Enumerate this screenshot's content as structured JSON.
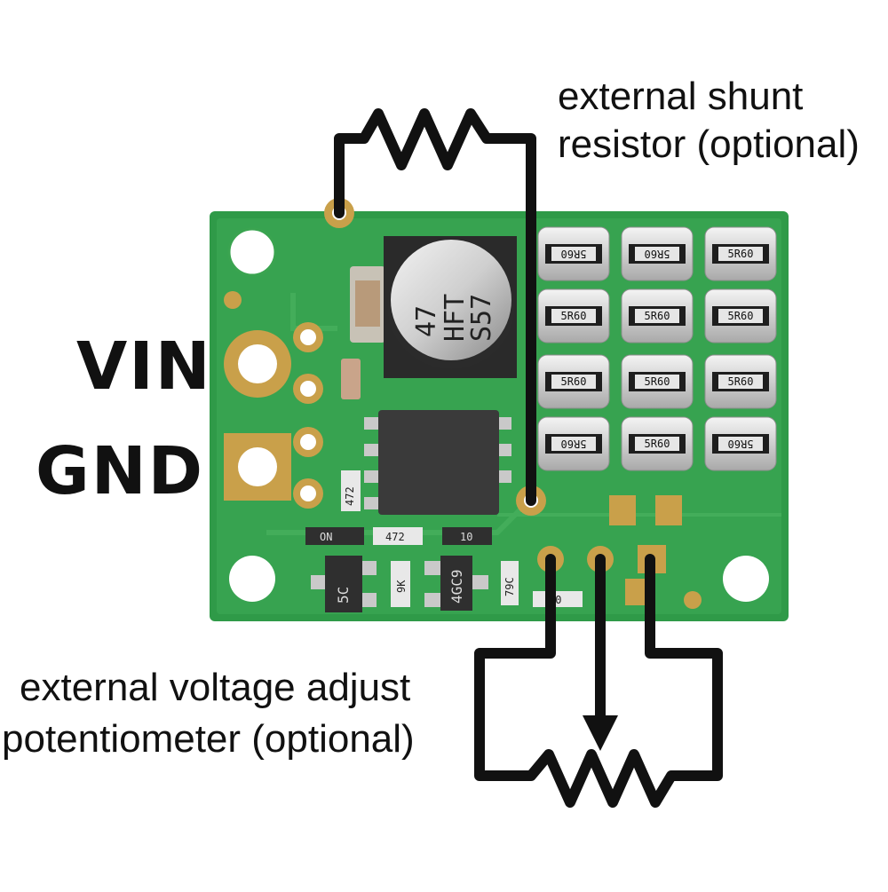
{
  "labels": {
    "vin": "VIN",
    "gnd": "GND",
    "shunt_line1": "external shunt",
    "shunt_line2": "resistor (optional)",
    "pot_line1": "external voltage adjust",
    "pot_line2": "potentiometer (optional)"
  },
  "board": {
    "capacitor_lines": [
      "47",
      "HFT",
      "S57"
    ],
    "resistor_marking": "5R60",
    "small_markings": [
      "472",
      "ON",
      "472",
      "10",
      "5C",
      "9K",
      "4GC9",
      "79C",
      "10"
    ]
  },
  "colors": {
    "pcb": "#2f9a48",
    "pcb_light": "#4cb25d",
    "gold": "#c9a04a",
    "wire": "#111111"
  }
}
